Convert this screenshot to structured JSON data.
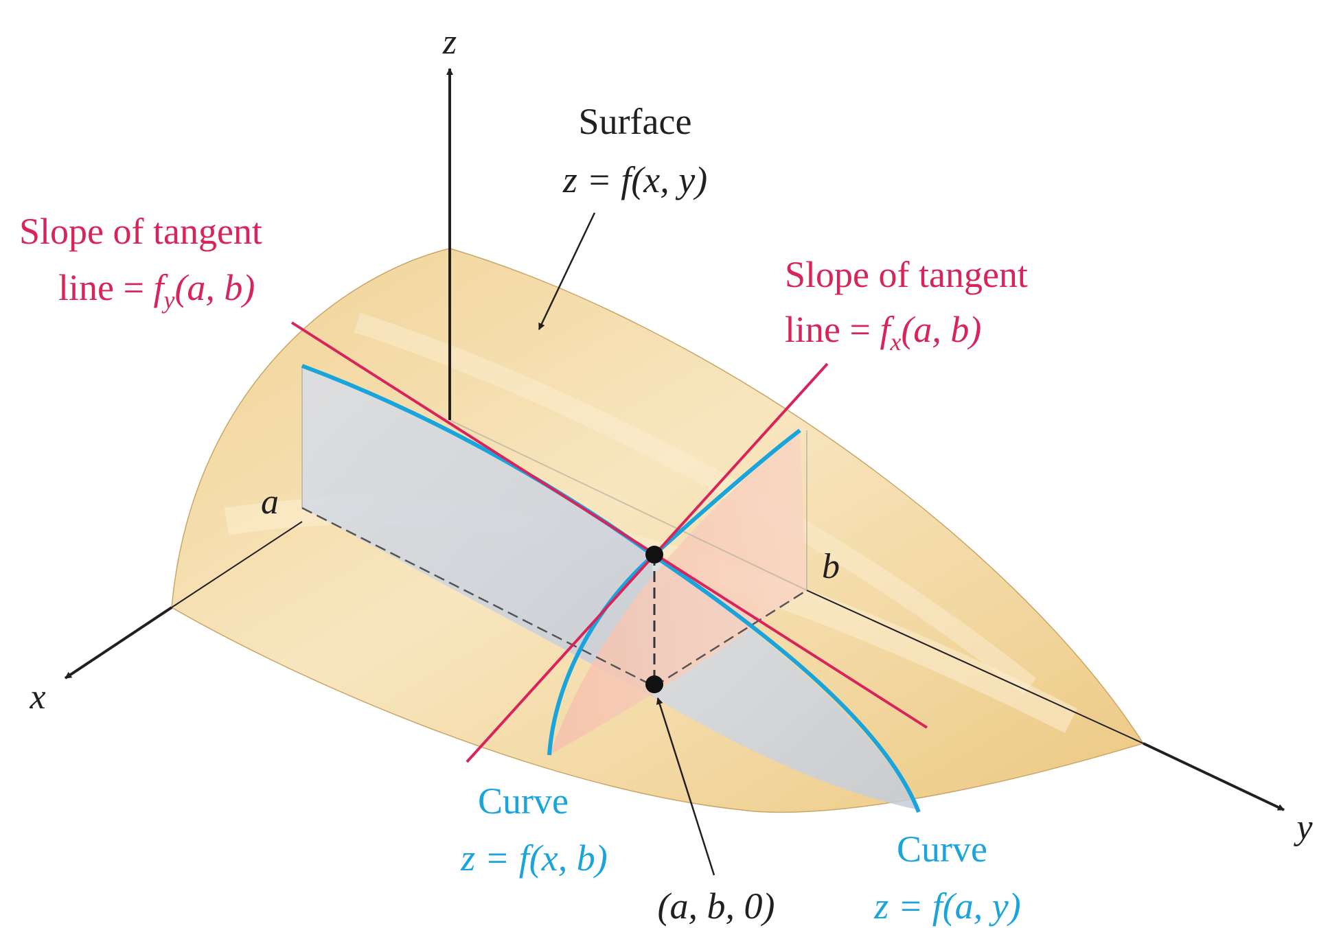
{
  "axes": {
    "x": "x",
    "y": "y",
    "z": "z"
  },
  "ticks": {
    "a": "a",
    "b": "b"
  },
  "surface": {
    "title": "Surface",
    "equation": "z = f(x, y)"
  },
  "tangent_y": {
    "line1": "Slope of tangent",
    "line2_prefix": "line = ",
    "func": "f",
    "sub": "y",
    "args": "(a, b)"
  },
  "tangent_x": {
    "line1": "Slope of tangent",
    "line2_prefix": "line = ",
    "func": "f",
    "sub": "x",
    "args": "(a, b)"
  },
  "curve_xb": {
    "title": "Curve",
    "equation": "z = f(x, b)"
  },
  "curve_ay": {
    "title": "Curve",
    "equation": "z = f(a, y)"
  },
  "point_label": "(a, b, 0)",
  "colors": {
    "surface": "#f3d9a4",
    "tangent": "#d8245a",
    "curve": "#1aa4dc",
    "plane_xb": "#c9d2e0",
    "plane_ay": "#f2b8a6",
    "axis": "#231f20"
  }
}
